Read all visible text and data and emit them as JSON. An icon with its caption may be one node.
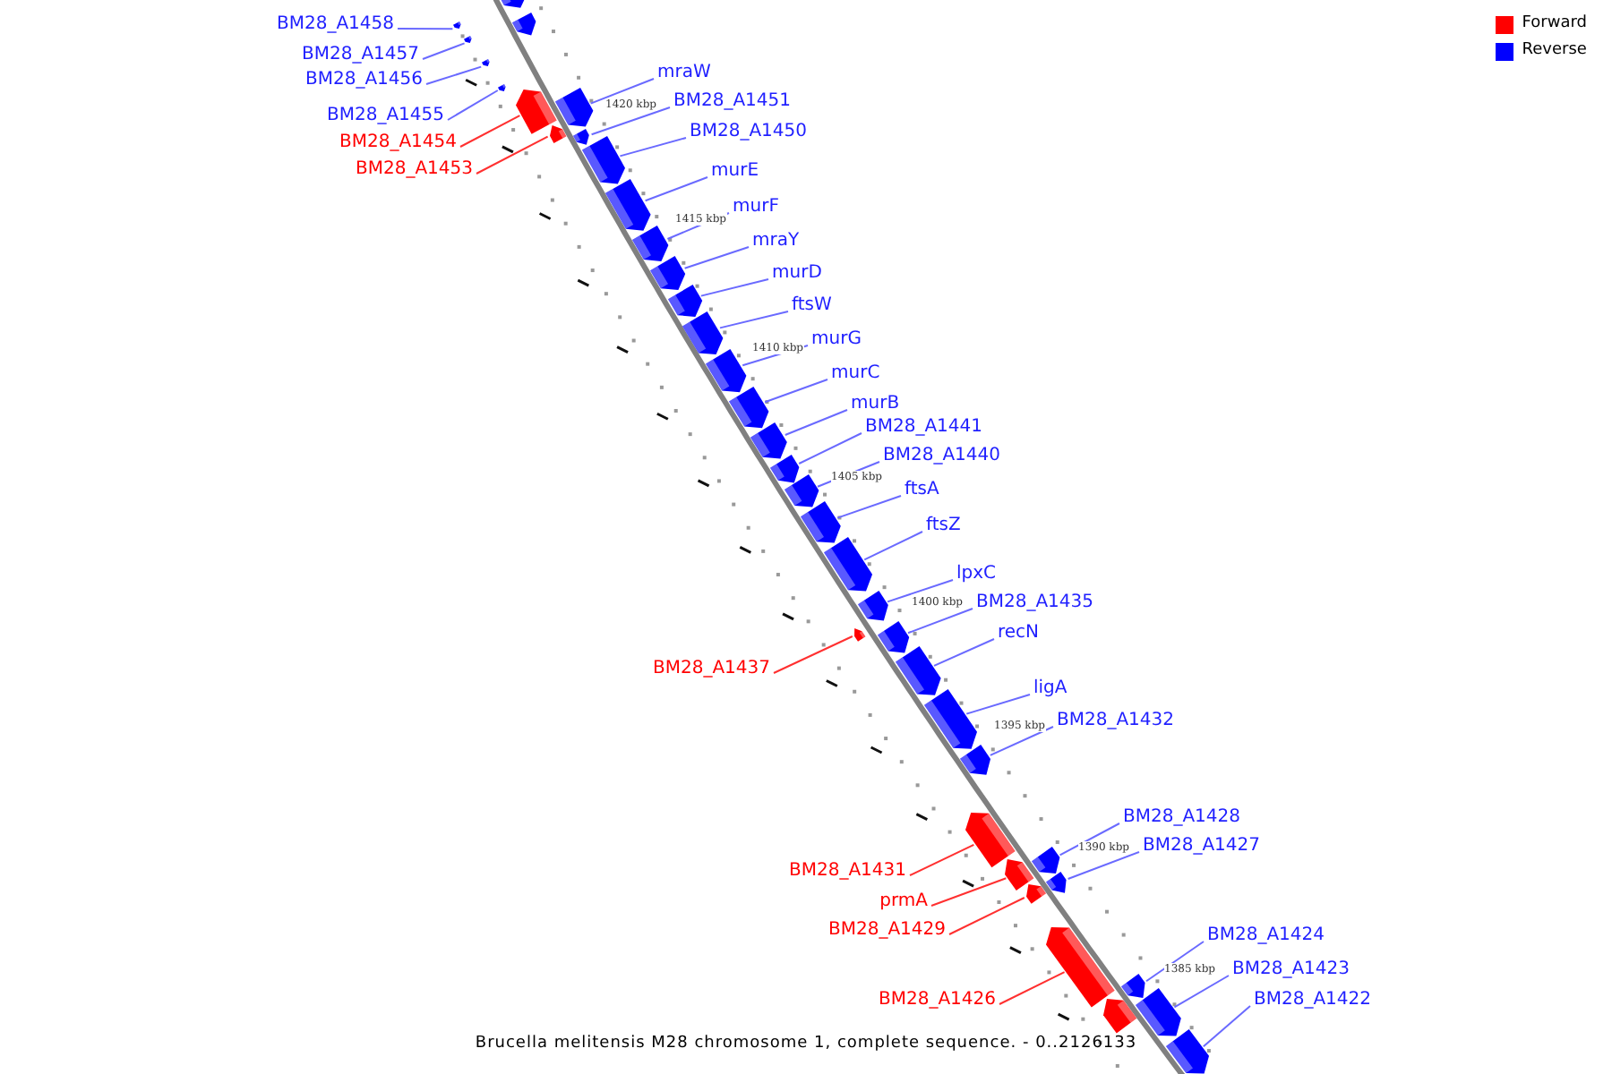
{
  "diagram": {
    "caption": "Brucella melitensis M28 chromosome 1, complete sequence. - 0..2126133",
    "nodes": [
      {
        "text": [
          "BM28_A1458"
        ]
      },
      {
        "text": [
          "BM28_A1457"
        ]
      },
      {
        "text": [
          "BM28_A1456"
        ]
      },
      {
        "text": [
          "mraW"
        ]
      },
      {
        "text": [
          "BM28_A1451"
        ]
      },
      {
        "text": [
          "BM28_A1455"
        ]
      },
      {
        "text": [
          "BM28_A1450"
        ]
      },
      {
        "text": [
          "BM28_A1454"
        ]
      },
      {
        "text": [
          "BM28_A1453"
        ]
      },
      {
        "text": [
          "murE"
        ]
      },
      {
        "text": [
          "murF"
        ]
      },
      {
        "text": [
          "mraY"
        ]
      },
      {
        "text": [
          "murD"
        ]
      },
      {
        "text": [
          "ftsW"
        ]
      },
      {
        "text": [
          "murG"
        ]
      },
      {
        "text": [
          "murC"
        ]
      },
      {
        "text": [
          "murB"
        ]
      },
      {
        "text": [
          "BM28_A1441"
        ]
      },
      {
        "text": [
          "BM28_A1440"
        ]
      },
      {
        "text": [
          "ftsA"
        ]
      },
      {
        "text": [
          "ftsZ"
        ]
      },
      {
        "text": [
          "lpxC"
        ]
      },
      {
        "text": [
          "BM28_A1435"
        ]
      },
      {
        "text": [
          "recN"
        ]
      },
      {
        "text": [
          "BM28_A1437"
        ]
      },
      {
        "text": [
          "ligA"
        ]
      },
      {
        "text": [
          "BM28_A1432"
        ]
      },
      {
        "text": [
          "BM28_A1428"
        ]
      },
      {
        "text": [
          "BM28_A1427"
        ]
      },
      {
        "text": [
          "BM28_A1431"
        ]
      },
      {
        "text": [
          "prmA"
        ]
      },
      {
        "text": [
          "BM28_A1429"
        ]
      },
      {
        "text": [
          "BM28_A1424"
        ]
      },
      {
        "text": [
          "BM28_A1423"
        ]
      },
      {
        "text": [
          "BM28_A1426"
        ]
      },
      {
        "text": [
          "BM28_A1422"
        ]
      },
      {
        "text": [],
        "shape": "bar"
      },
      {
        "text": [],
        "shape": "bar"
      },
      {
        "text": [],
        "shape": "bar"
      },
      {
        "text": [],
        "shape": "bar"
      },
      {
        "text": [],
        "shape": "bar"
      },
      {
        "text": [],
        "shape": "bar"
      },
      {
        "text": [],
        "shape": "bar"
      },
      {
        "text": [],
        "shape": "bar"
      },
      {
        "text": [],
        "shape": "bar"
      },
      {
        "text": [],
        "shape": "bar"
      },
      {
        "text": [],
        "shape": "bar"
      },
      {
        "text": [],
        "shape": "bar"
      },
      {
        "text": [],
        "shape": "bar"
      },
      {
        "text": [],
        "shape": "bar"
      },
      {
        "text": [],
        "shape": "bar"
      },
      {
        "text": [],
        "shape": "bar"
      },
      {
        "text": [],
        "shape": "bar"
      },
      {
        "text": [],
        "shape": "bar"
      },
      {
        "text": [],
        "shape": "bar"
      },
      {
        "text": [],
        "shape": "bar"
      },
      {
        "text": [],
        "shape": "bar"
      },
      {
        "text": [],
        "shape": "bar"
      },
      {
        "text": [],
        "shape": "bar"
      },
      {
        "text": [],
        "shape": "bar"
      },
      {
        "text": [],
        "shape": "bar"
      },
      {
        "text": [],
        "shape": "bar"
      },
      {
        "text": [],
        "shape": "bar"
      },
      {
        "text": [],
        "shape": "bar"
      },
      {
        "text": [],
        "shape": "bar"
      },
      {
        "text": [],
        "shape": "bar"
      },
      {
        "text": [],
        "shape": "bar"
      },
      {
        "text": [],
        "shape": "bar"
      },
      {
        "text": [],
        "shape": "bar"
      },
      {
        "text": [],
        "shape": "bar"
      },
      {
        "text": [],
        "shape": "bar"
      },
      {
        "text": [],
        "shape": "bar"
      },
      {
        "text": [],
        "shape": "bar"
      },
      {
        "text": [],
        "shape": "bar"
      },
      {
        "text": [],
        "shape": "bar"
      }
    ],
    "edges": [
      {
        "from": 0,
        "to": 37,
        "arrow": "none"
      },
      {
        "from": 1,
        "to": 38,
        "arrow": "none"
      },
      {
        "from": 2,
        "to": 40,
        "arrow": "none"
      },
      {
        "from": 3,
        "to": 43,
        "arrow": "none"
      },
      {
        "from": 4,
        "to": 45,
        "arrow": "none"
      },
      {
        "from": 5,
        "to": 41,
        "arrow": "none"
      },
      {
        "from": 6,
        "to": 46,
        "arrow": "none"
      },
      {
        "from": 7,
        "to": 42,
        "arrow": "none",
        "color": "#ff3030"
      },
      {
        "from": 8,
        "to": 44,
        "arrow": "none",
        "color": "#ff3030"
      },
      {
        "from": 9,
        "to": 47,
        "arrow": "none"
      },
      {
        "from": 10,
        "to": 48,
        "arrow": "none"
      },
      {
        "from": 11,
        "to": 49,
        "arrow": "none"
      },
      {
        "from": 12,
        "to": 50,
        "arrow": "none"
      },
      {
        "from": 13,
        "to": 51,
        "arrow": "none"
      },
      {
        "from": 14,
        "to": 52,
        "arrow": "none"
      },
      {
        "from": 15,
        "to": 53,
        "arrow": "none"
      },
      {
        "from": 16,
        "to": 54,
        "arrow": "none"
      },
      {
        "from": 17,
        "to": 55,
        "arrow": "none"
      },
      {
        "from": 18,
        "to": 56,
        "arrow": "none"
      },
      {
        "from": 19,
        "to": 57,
        "arrow": "none"
      },
      {
        "from": 20,
        "to": 58,
        "arrow": "none"
      },
      {
        "from": 21,
        "to": 59,
        "arrow": "none"
      },
      {
        "from": 22,
        "to": 61,
        "arrow": "none"
      },
      {
        "from": 23,
        "to": 62,
        "arrow": "none"
      },
      {
        "from": 24,
        "to": 60,
        "arrow": "none",
        "color": "#ff3030"
      },
      {
        "from": 25,
        "to": 63,
        "arrow": "none"
      },
      {
        "from": 26,
        "to": 64,
        "arrow": "none"
      },
      {
        "from": 27,
        "to": 66,
        "arrow": "none"
      },
      {
        "from": 28,
        "to": 69,
        "arrow": "none"
      },
      {
        "from": 29,
        "to": 65,
        "arrow": "none",
        "color": "#ff3030"
      },
      {
        "from": 30,
        "to": 67,
        "arrow": "none",
        "color": "#ff3030"
      },
      {
        "from": 31,
        "to": 68,
        "arrow": "none",
        "color": "#ff3030"
      },
      {
        "from": 32,
        "to": 71,
        "arrow": "none"
      },
      {
        "from": 33,
        "to": 73,
        "arrow": "none"
      },
      {
        "from": 34,
        "to": 70,
        "arrow": "none",
        "color": "#ff3030"
      },
      {
        "from": 35,
        "to": 74,
        "arrow": "none"
      }
    ],
    "labels": [
      "1420 kbp",
      "1415 kbp",
      "1410 kbp",
      "1405 kbp",
      "1400 kbp",
      "1395 kbp",
      "1390 kbp",
      "1385 kbp"
    ],
    "legend": [
      {
        "text": "Forward",
        "color": "#ff0000"
      },
      {
        "text": "Reverse",
        "color": "#0000ff"
      }
    ]
  }
}
